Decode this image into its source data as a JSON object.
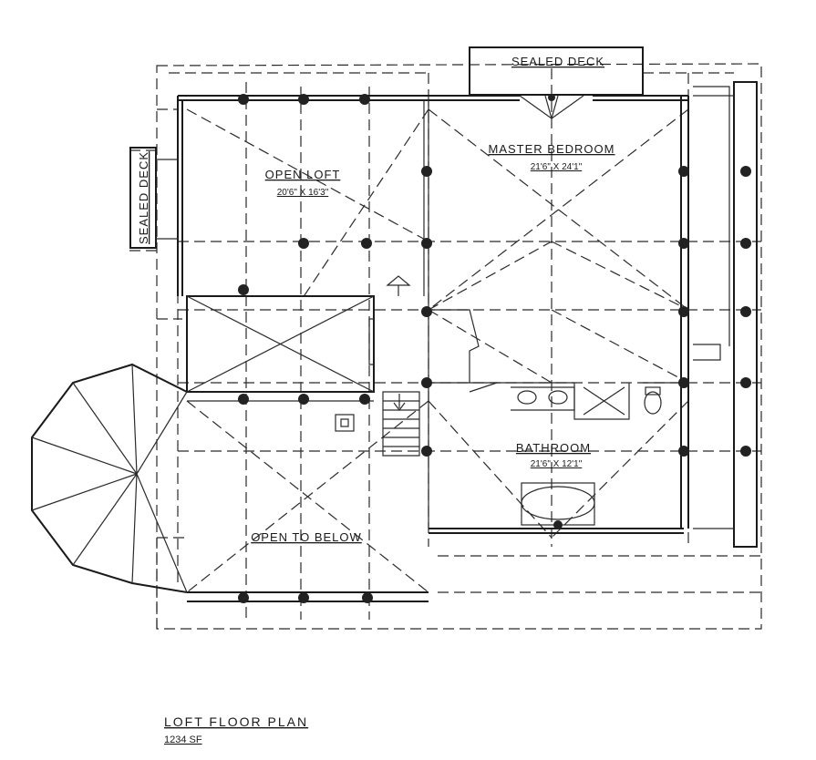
{
  "rooms": {
    "open_loft": {
      "name": "OPEN LOFT",
      "dims": "20'6\" X 16'3\""
    },
    "master_bedroom": {
      "name": "MASTER BEDROOM",
      "dims": "21'6\" X 24'1\""
    },
    "bathroom": {
      "name": "BATHROOM",
      "dims": "21'6\" X 12'1\""
    },
    "open_to_below": {
      "name": "OPEN TO BELOW"
    }
  },
  "decks": {
    "top": "SEALED DECK",
    "left": "SEALED DECK"
  },
  "plan": {
    "title": "LOFT FLOOR PLAN",
    "area": "1234 SF"
  }
}
